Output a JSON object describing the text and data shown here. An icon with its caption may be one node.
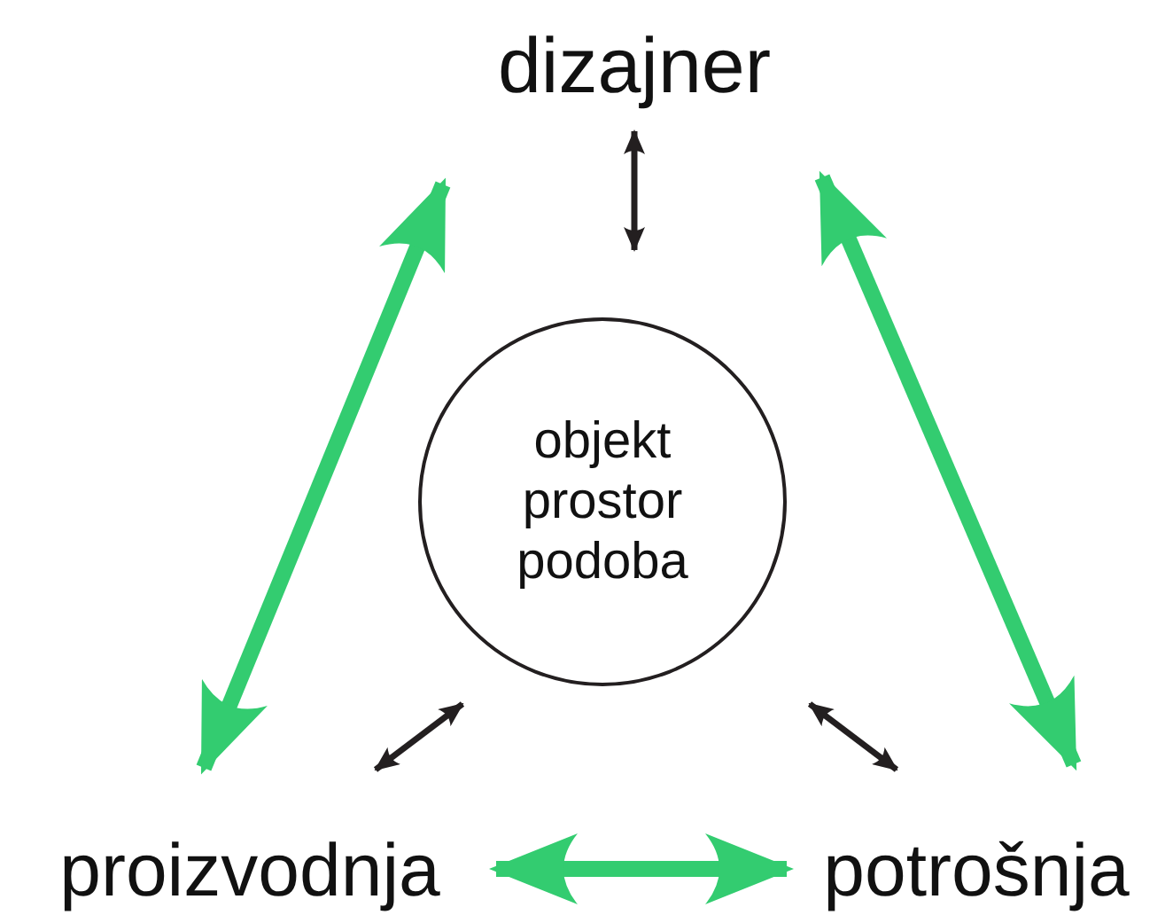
{
  "diagram": {
    "nodes": [
      {
        "text": [
          "dizajner"
        ]
      },
      {
        "text": [
          "objekt prostor podoba"
        ]
      },
      {
        "text": [
          "proizvodnja"
        ]
      },
      {
        "text": [
          "potrošnja"
        ]
      }
    ],
    "edges": [
      {
        "from": 0,
        "to": 1,
        "arrow": "both"
      },
      {
        "from": 2,
        "to": 0,
        "arrow": "both",
        "style": "thick",
        "color": "#33cc70"
      },
      {
        "from": 3,
        "to": 0,
        "arrow": "both",
        "style": "thick",
        "color": "#33cc70"
      },
      {
        "from": 2,
        "to": 3,
        "arrow": "both",
        "style": "thick",
        "color": "#33cc70"
      },
      {
        "from": 1,
        "to": 2,
        "arrow": "both"
      },
      {
        "from": 1,
        "to": 3,
        "arrow": "both"
      }
    ]
  }
}
